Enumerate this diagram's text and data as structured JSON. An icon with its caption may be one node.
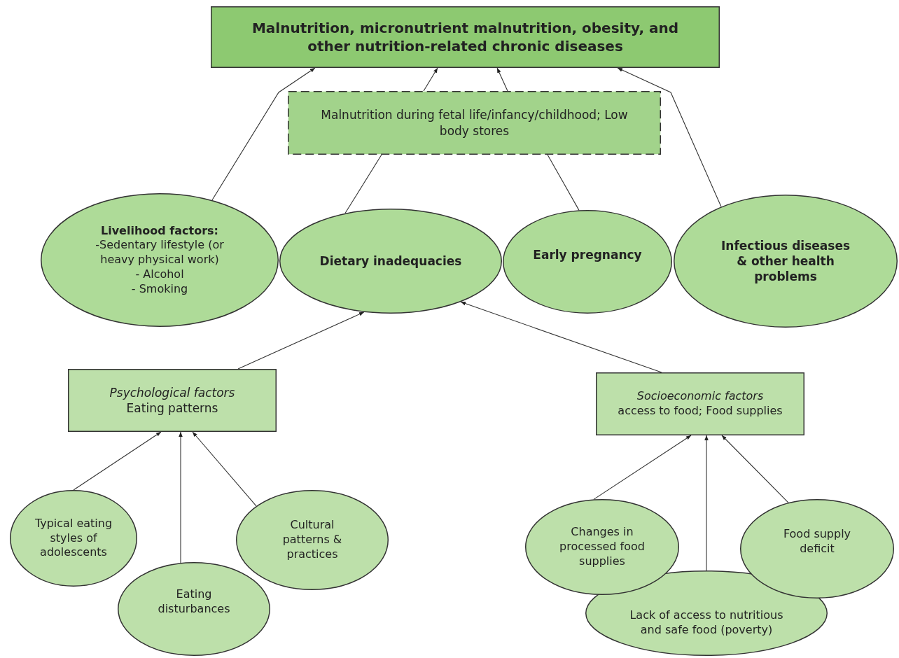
{
  "diagram": {
    "nodes": [
      {
        "text": [
          "Malnutrition, micronutrient malnutrition, obesity, and other nutrition-related chronic diseases"
        ]
      },
      {
        "text": [
          "Malnutrition during fetal life/infancy/childhood; Low body stores"
        ]
      },
      {
        "text": [
          "Livelihood factors:",
          "-Sedentary lifestyle (or heavy physical work)",
          "- Alcohol",
          "- Smoking"
        ]
      },
      {
        "text": [
          "Dietary inadequacies"
        ]
      },
      {
        "text": [
          "Early pregnancy"
        ]
      },
      {
        "text": [
          "Infectious diseases & other health problems"
        ]
      },
      {
        "text": [
          "Psychological factors",
          "Eating patterns"
        ]
      },
      {
        "text": [
          "Socioeconomic factors",
          "access to food; Food supplies"
        ]
      },
      {
        "text": [
          "Typical eating styles of adolescents"
        ]
      },
      {
        "text": [
          "Eating disturbances"
        ]
      },
      {
        "text": [
          "Cultural patterns & practices"
        ]
      },
      {
        "text": [
          "Changes in processed food supplies"
        ]
      },
      {
        "text": [
          "Lack of access to nutritious and safe food (poverty)"
        ]
      },
      {
        "text": [
          "Food supply deficit"
        ]
      }
    ],
    "edges": [
      {
        "from": 2,
        "to": 0,
        "arrow": "to"
      },
      {
        "from": 3,
        "to": 1,
        "arrow": "none"
      },
      {
        "from": 4,
        "to": 1,
        "arrow": "none"
      },
      {
        "from": 1,
        "to": 0,
        "arrow": "to"
      },
      {
        "from": 1,
        "to": 0,
        "arrow": "to"
      },
      {
        "from": 5,
        "to": 0,
        "arrow": "to"
      },
      {
        "from": 6,
        "to": 3,
        "arrow": "to"
      },
      {
        "from": 7,
        "to": 3,
        "arrow": "to"
      },
      {
        "from": 8,
        "to": 6,
        "arrow": "to"
      },
      {
        "from": 9,
        "to": 6,
        "arrow": "to"
      },
      {
        "from": 10,
        "to": 6,
        "arrow": "to"
      },
      {
        "from": 11,
        "to": 7,
        "arrow": "to"
      },
      {
        "from": 12,
        "to": 7,
        "arrow": "to"
      },
      {
        "from": 13,
        "to": 7,
        "arrow": "to"
      }
    ]
  }
}
